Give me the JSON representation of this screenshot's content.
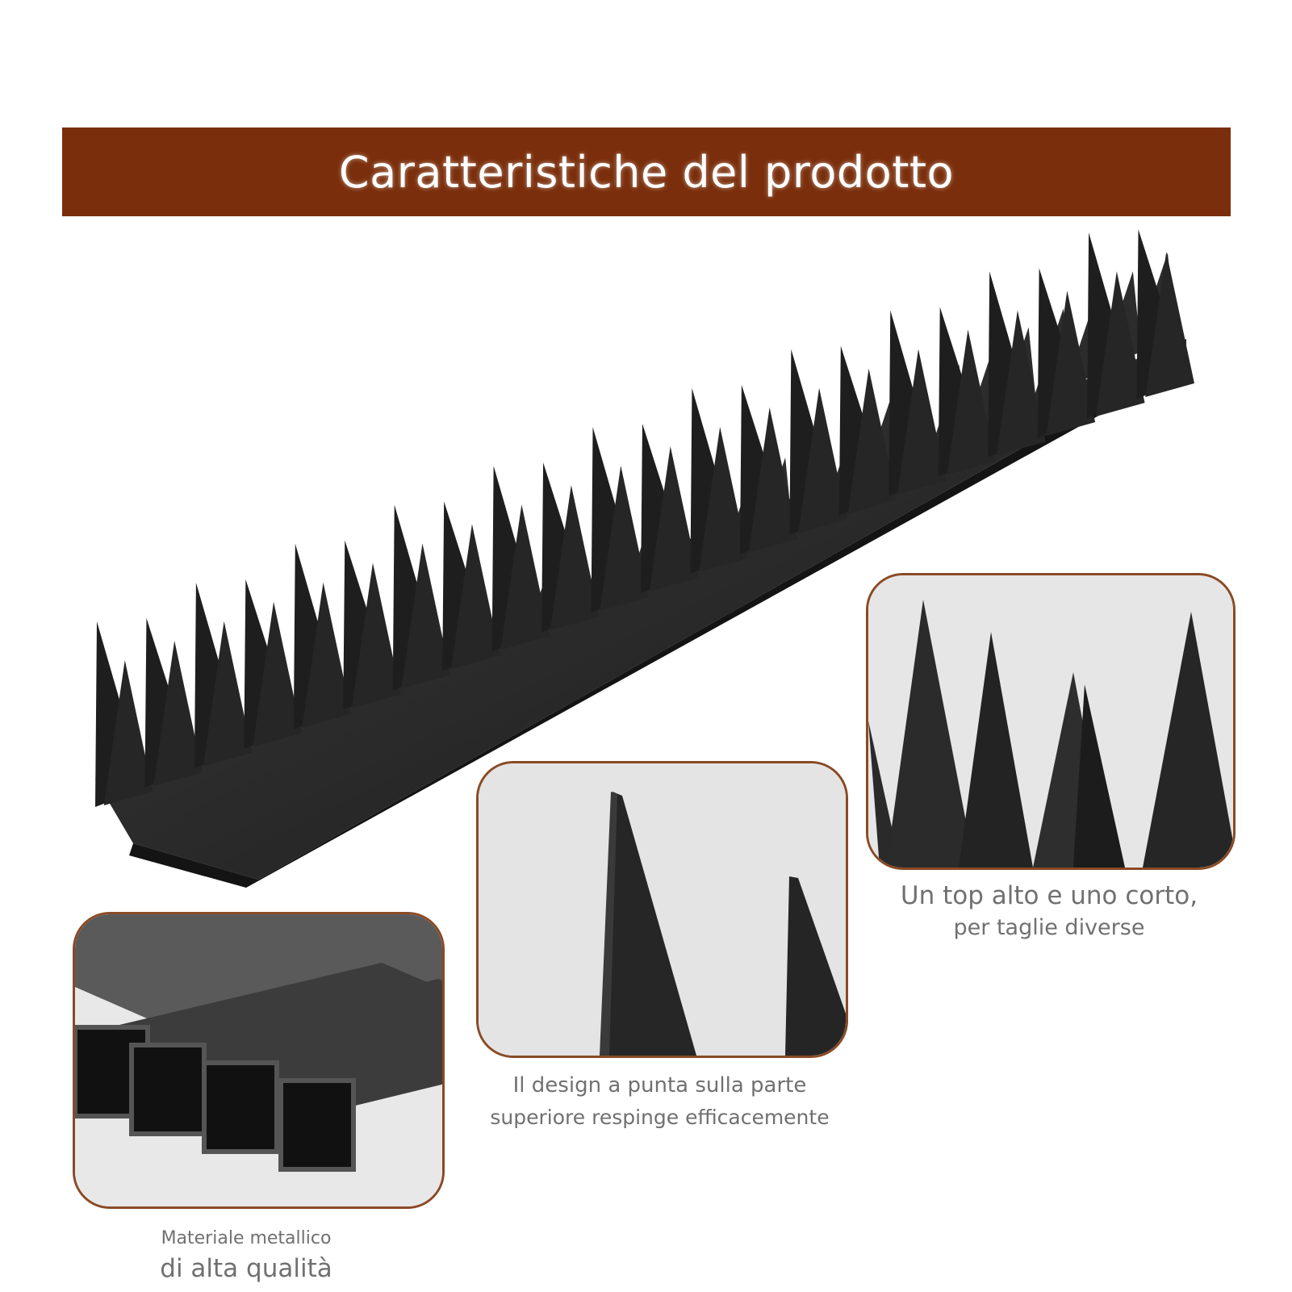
{
  "header": {
    "title": "Caratteristiche del prodotto"
  },
  "colors": {
    "banner": "#7a2e0b",
    "callout_border": "#8a4a25",
    "spike": "#1e1e1e"
  },
  "callouts": {
    "spikes_heights": {
      "caption_line1": "Un top alto e uno corto,",
      "caption_line2": "per taglie diverse"
    },
    "spike_tip": {
      "caption_line1": "Il design a punta sulla parte",
      "caption_line2": "superiore respinge efficacemente"
    },
    "material": {
      "caption_line1": "Materiale metallico",
      "caption_line2": "di alta qualità"
    }
  }
}
